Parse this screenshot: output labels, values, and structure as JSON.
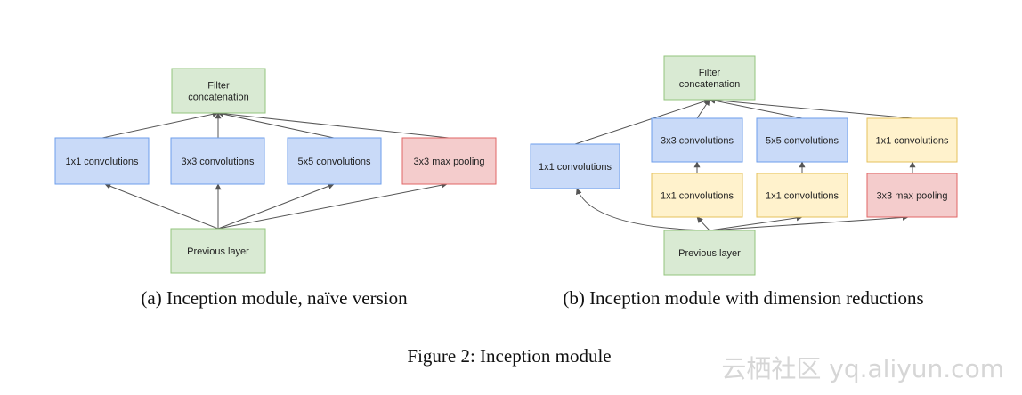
{
  "colors": {
    "green_fill": "#d9ead3",
    "green_stroke": "#93c47d",
    "blue_fill": "#c9daf8",
    "blue_stroke": "#6d9eeb",
    "red_fill": "#f4cccc",
    "red_stroke": "#e06666",
    "yellow_fill": "#fff2cc",
    "yellow_stroke": "#e6c15c",
    "edge": "#555555"
  },
  "diagram_a": {
    "caption": "(a)  Inception module, naïve version",
    "nodes": {
      "concat": {
        "lines": [
          "Filter",
          "concatenation"
        ]
      },
      "conv1": {
        "lines": [
          "1x1 convolutions"
        ]
      },
      "conv3": {
        "lines": [
          "3x3 convolutions"
        ]
      },
      "conv5": {
        "lines": [
          "5x5 convolutions"
        ]
      },
      "pool": {
        "lines": [
          "3x3 max pooling"
        ]
      },
      "prev": {
        "lines": [
          "Previous layer"
        ]
      }
    }
  },
  "diagram_b": {
    "caption": "(b)  Inception module with dimension reductions",
    "nodes": {
      "concat": {
        "lines": [
          "Filter",
          "concatenation"
        ]
      },
      "conv1": {
        "lines": [
          "1x1 convolutions"
        ]
      },
      "conv3": {
        "lines": [
          "3x3 convolutions"
        ]
      },
      "conv5": {
        "lines": [
          "5x5 convolutions"
        ]
      },
      "conv1_after_pool": {
        "lines": [
          "1x1 convolutions"
        ]
      },
      "reduce3": {
        "lines": [
          "1x1 convolutions"
        ]
      },
      "reduce5": {
        "lines": [
          "1x1 convolutions"
        ]
      },
      "pool": {
        "lines": [
          "3x3 max pooling"
        ]
      },
      "prev": {
        "lines": [
          "Previous layer"
        ]
      }
    }
  },
  "figure_caption": "Figure 2: Inception module",
  "watermark": "云栖社区 yq.aliyun.com"
}
